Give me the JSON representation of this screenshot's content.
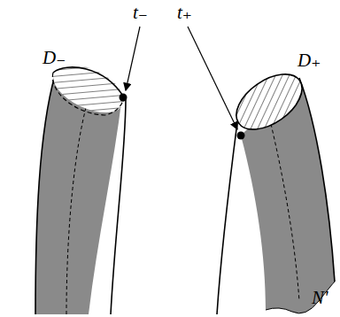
{
  "diagram": {
    "labels": [
      "t₋",
      "t₊",
      "D₋",
      "D₊",
      "N'"
    ]
  }
}
